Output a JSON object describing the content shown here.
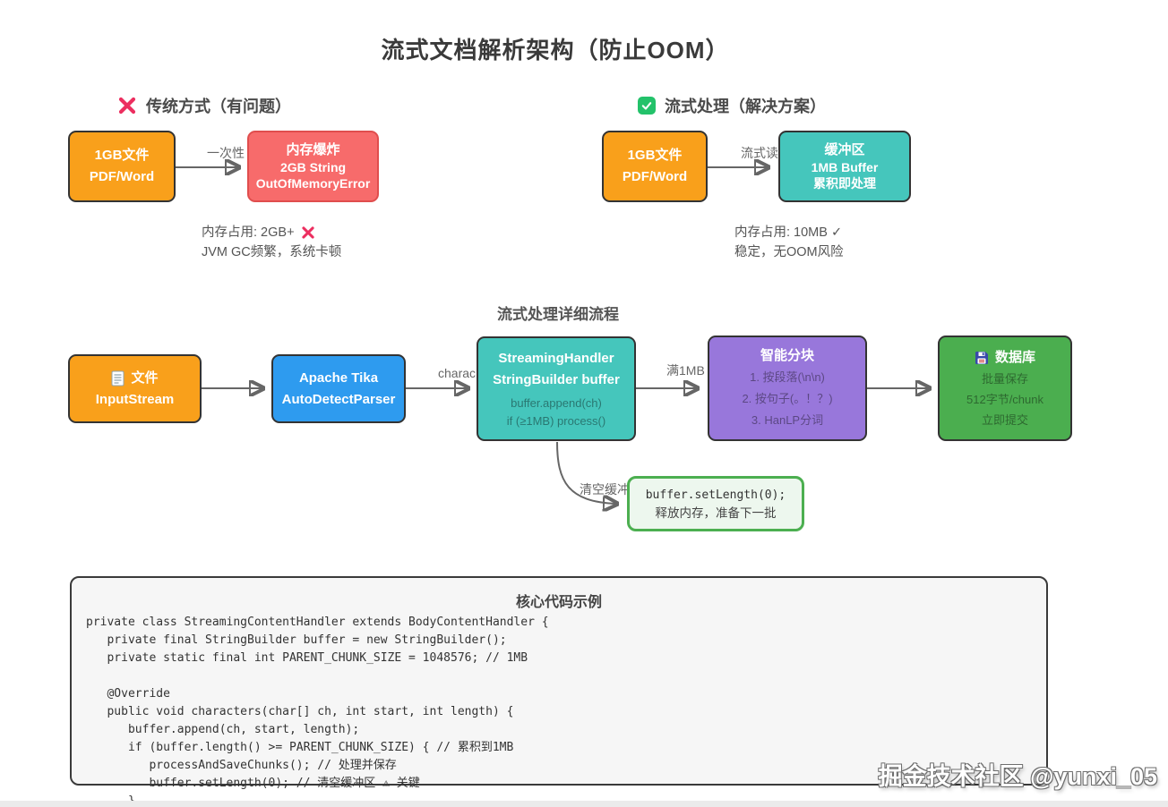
{
  "title": "流式文档解析架构（防止OOM）",
  "comparison": {
    "traditional": {
      "heading": "传统方式（有问题）",
      "source_line1": "1GB文件",
      "source_line2": "PDF/Word",
      "edge_label": "一次性",
      "result_line1": "内存爆炸",
      "result_line2": "2GB String",
      "result_line3": "OutOfMemoryError",
      "caption_line1": "内存占用: 2GB+",
      "caption_line2": "JVM GC频繁，系统卡顿"
    },
    "streaming": {
      "heading": "流式处理（解决方案）",
      "source_line1": "1GB文件",
      "source_line2": "PDF/Word",
      "edge_label": "流式读",
      "result_line1": "缓冲区",
      "result_line2": "1MB Buffer",
      "result_line3": "累积即处理",
      "caption_line1": "内存占用: 10MB ✓",
      "caption_line2": "稳定，无OOM风险"
    }
  },
  "flow": {
    "heading": "流式处理详细流程",
    "file_node": {
      "title": "文件",
      "subtitle": "InputStream"
    },
    "tika_node": {
      "line1": "Apache Tika",
      "line2": "AutoDetectParser"
    },
    "handler_node": {
      "title1": "StreamingHandler",
      "title2": "StringBuilder buffer",
      "detail1": "buffer.append(ch)",
      "detail2": "if (≥1MB) process()"
    },
    "chunk_node": {
      "title": "智能分块",
      "item1": "1. 按段落(\\n\\n)",
      "item2": "2. 按句子(。！？)",
      "item3": "3. HanLP分词"
    },
    "db_node": {
      "title": "数据库",
      "detail1": "批量保存",
      "detail2": "512字节/chunk",
      "detail3": "立即提交"
    },
    "edge_chars": "charac",
    "edge_1mb": "满1MB",
    "edge_clear": "清空缓冲",
    "reset_node": {
      "code": "buffer.setLength(0);",
      "desc": "释放内存，准备下一批"
    }
  },
  "code_panel": {
    "heading": "核心代码示例",
    "lines": [
      "private class StreamingContentHandler extends BodyContentHandler {",
      "   private final StringBuilder buffer = new StringBuilder();",
      "   private static final int PARENT_CHUNK_SIZE = 1048576; // 1MB",
      "",
      "   @Override",
      "   public void characters(char[] ch, int start, int length) {",
      "      buffer.append(ch, start, length);",
      "      if (buffer.length() >= PARENT_CHUNK_SIZE) { // 累积到1MB",
      "         processAndSaveChunks(); // 处理并保存",
      "         buffer.setLength(0); // 清空缓冲区 ⚠ 关键",
      "      }"
    ]
  },
  "watermark": "掘金技术社区 @yunxi_05",
  "colors": {
    "orange": "#F9A01B",
    "red_fill": "#F76B6B",
    "red_border": "#E04E4E",
    "teal": "#45C6BC",
    "blue": "#2E9BEF",
    "purple": "#9877DB",
    "green": "#4BAE4F",
    "green_light": "#EDF7EE",
    "green_border": "#4CAF50",
    "icon_red": "#EC2E5F",
    "icon_green": "#23C26A",
    "arrow": "#666666",
    "box_border": "#333333",
    "title_text": "#3A3A3A",
    "heading_text": "#4A4A4A",
    "caption_text": "#555555",
    "code_bg": "#F6F6F6"
  }
}
